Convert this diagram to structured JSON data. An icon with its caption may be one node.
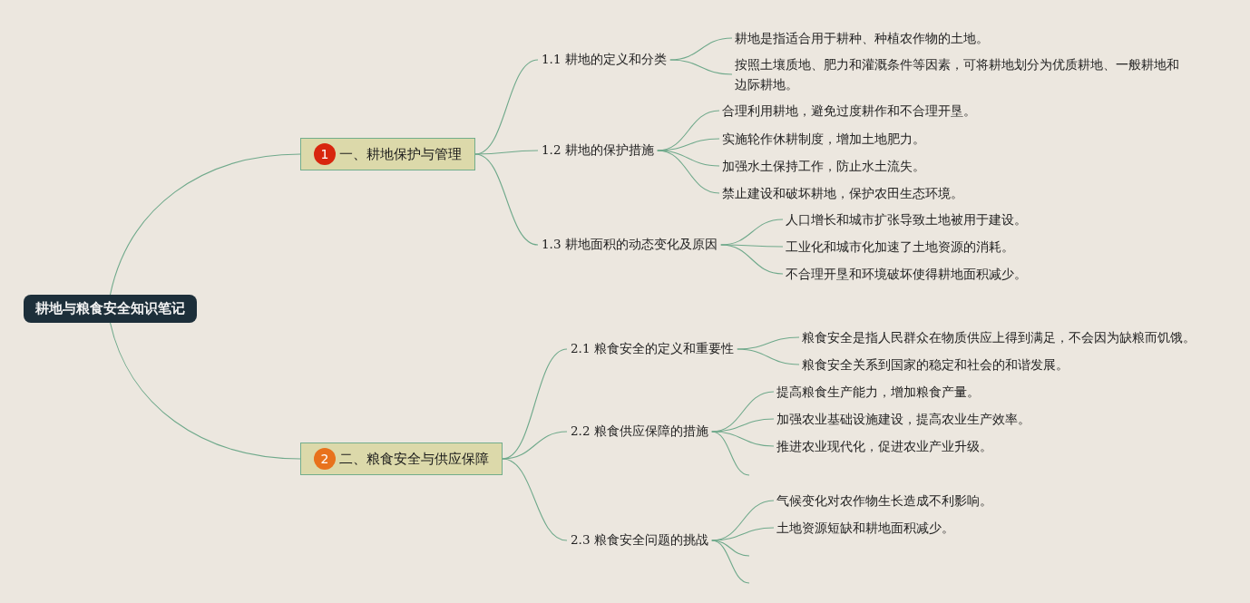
{
  "diagram": {
    "nodes": [
      {
        "text": [
          "耕地与粮食安全知识笔记"
        ]
      },
      {
        "text": [
          "1",
          "一、耕地保护与管理"
        ]
      },
      {
        "text": [
          "1.1 耕地的定义和分类"
        ]
      },
      {
        "text": [
          "耕地是指适合用于耕种、种植农作物的土地。"
        ]
      },
      {
        "text": [
          "按照土壤质地、肥力和灌溉条件等因素，可将耕地划分为优质耕地、一般耕地和边际耕地。"
        ]
      },
      {
        "text": [
          "1.2 耕地的保护措施"
        ]
      },
      {
        "text": [
          "合理利用耕地，避免过度耕作和不合理开垦。"
        ]
      },
      {
        "text": [
          "实施轮作休耕制度，增加土地肥力。"
        ]
      },
      {
        "text": [
          "加强水土保持工作，防止水土流失。"
        ]
      },
      {
        "text": [
          "禁止建设和破坏耕地，保护农田生态环境。"
        ]
      },
      {
        "text": [
          "1.3 耕地面积的动态变化及原因"
        ]
      },
      {
        "text": [
          "人口增长和城市扩张导致土地被用于建设。"
        ]
      },
      {
        "text": [
          "工业化和城市化加速了土地资源的消耗。"
        ]
      },
      {
        "text": [
          "不合理开垦和环境破坏使得耕地面积减少。"
        ]
      },
      {
        "text": [
          "2",
          "二、粮食安全与供应保障"
        ]
      },
      {
        "text": [
          "2.1 粮食安全的定义和重要性"
        ]
      },
      {
        "text": [
          "粮食安全是指人民群众在物质供应上得到满足，不会因为缺粮而饥饿。"
        ]
      },
      {
        "text": [
          "粮食安全关系到国家的稳定和社会的和谐发展。"
        ]
      },
      {
        "text": [
          "2.2 粮食供应保障的措施"
        ]
      },
      {
        "text": [
          "提高粮食生产能力，增加粮食产量。"
        ]
      },
      {
        "text": [
          "加强农业基础设施建设，提高农业生产效率。"
        ]
      },
      {
        "text": [
          "推进农业现代化，促进农业产业升级。"
        ]
      },
      {
        "text": [
          "2.3 粮食安全问题的挑战"
        ]
      },
      {
        "text": [
          "气候变化对农作物生长造成不利影响。"
        ]
      },
      {
        "text": [
          "土地资源短缺和耕地面积减少。"
        ]
      }
    ],
    "edges": [
      {
        "from": 0,
        "to": 1,
        "arrow": "none"
      },
      {
        "from": 1,
        "to": 2,
        "arrow": "none"
      },
      {
        "from": 2,
        "to": 3,
        "arrow": "none"
      },
      {
        "from": 2,
        "to": 4,
        "arrow": "none"
      },
      {
        "from": 1,
        "to": 5,
        "arrow": "none"
      },
      {
        "from": 5,
        "to": 6,
        "arrow": "none"
      },
      {
        "from": 5,
        "to": 7,
        "arrow": "none"
      },
      {
        "from": 5,
        "to": 8,
        "arrow": "none"
      },
      {
        "from": 5,
        "to": 9,
        "arrow": "none"
      },
      {
        "from": 1,
        "to": 10,
        "arrow": "none"
      },
      {
        "from": 10,
        "to": 11,
        "arrow": "none"
      },
      {
        "from": 10,
        "to": 12,
        "arrow": "none"
      },
      {
        "from": 10,
        "to": 13,
        "arrow": "none"
      },
      {
        "from": 0,
        "to": 14,
        "arrow": "none"
      },
      {
        "from": 14,
        "to": 15,
        "arrow": "none"
      },
      {
        "from": 15,
        "to": 16,
        "arrow": "none"
      },
      {
        "from": 15,
        "to": 17,
        "arrow": "none"
      },
      {
        "from": 14,
        "to": 18,
        "arrow": "none"
      },
      {
        "from": 18,
        "to": 19,
        "arrow": "none"
      },
      {
        "from": 18,
        "to": 20,
        "arrow": "none"
      },
      {
        "from": 18,
        "to": 21,
        "arrow": "none"
      },
      {
        "from": 18,
        "to": null,
        "arrow": "none"
      },
      {
        "from": 14,
        "to": 22,
        "arrow": "none"
      },
      {
        "from": 22,
        "to": 23,
        "arrow": "none"
      },
      {
        "from": 22,
        "to": 24,
        "arrow": "none"
      },
      {
        "from": 22,
        "to": null,
        "arrow": "none"
      },
      {
        "from": 22,
        "to": null,
        "arrow": "none"
      }
    ]
  }
}
